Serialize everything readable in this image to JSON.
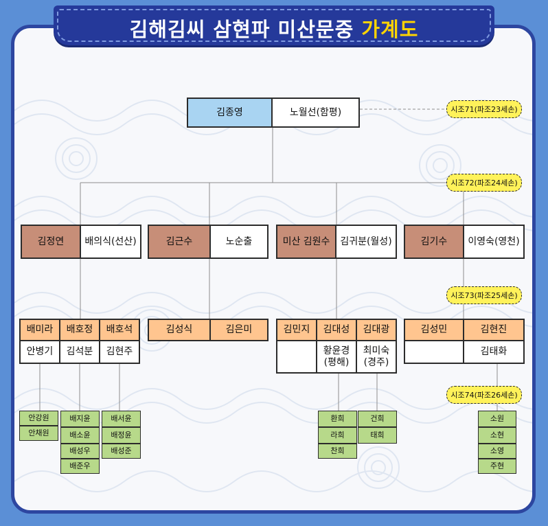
{
  "title": {
    "main": "김해김씨 삼현파 미산문중",
    "accent": "가계도"
  },
  "generations": [
    "시조71(파조23세손)",
    "시조72(파조24세손)",
    "시조73(파조25세손)",
    "시조74(파조26세손)"
  ],
  "root": {
    "person": "김종영",
    "spouse": "노월선(함평)"
  },
  "gen2": [
    {
      "person": "김정연",
      "spouse": "배의식(선산)"
    },
    {
      "person": "김근수",
      "spouse": "노순출"
    },
    {
      "person": "미산 김원수",
      "spouse": "김귀분(월성)"
    },
    {
      "person": "김기수",
      "spouse": "이영숙(영천)"
    }
  ],
  "gen3": {
    "jeongyeon": {
      "persons": [
        "배미라",
        "배호정",
        "배호석"
      ],
      "spouses": [
        "안병기",
        "김석분",
        "김현주"
      ]
    },
    "geunsu": {
      "persons": [
        "김성식",
        "김은미"
      ]
    },
    "wonsu": {
      "persons": [
        "김민지",
        "김대성",
        "김대광"
      ],
      "spouses": [
        "",
        "황윤경\n(평해)",
        "최미숙\n(경주)"
      ]
    },
    "gisu": {
      "persons": [
        "김성민",
        "김현진"
      ],
      "spouses": [
        "",
        "김태화"
      ]
    }
  },
  "gen4": {
    "mira": [
      "안강원",
      "안채원"
    ],
    "hojeong": [
      "배지윤",
      "배소윤",
      "배성우",
      "배준우"
    ],
    "hoseok": [
      "배서윤",
      "배정윤",
      "배성준"
    ],
    "daeseong": [
      "환희",
      "라희",
      "찬희"
    ],
    "daegwang": [
      "건희",
      "태희"
    ],
    "hyeonjin": [
      "소원",
      "소현",
      "소영",
      "주현"
    ]
  }
}
